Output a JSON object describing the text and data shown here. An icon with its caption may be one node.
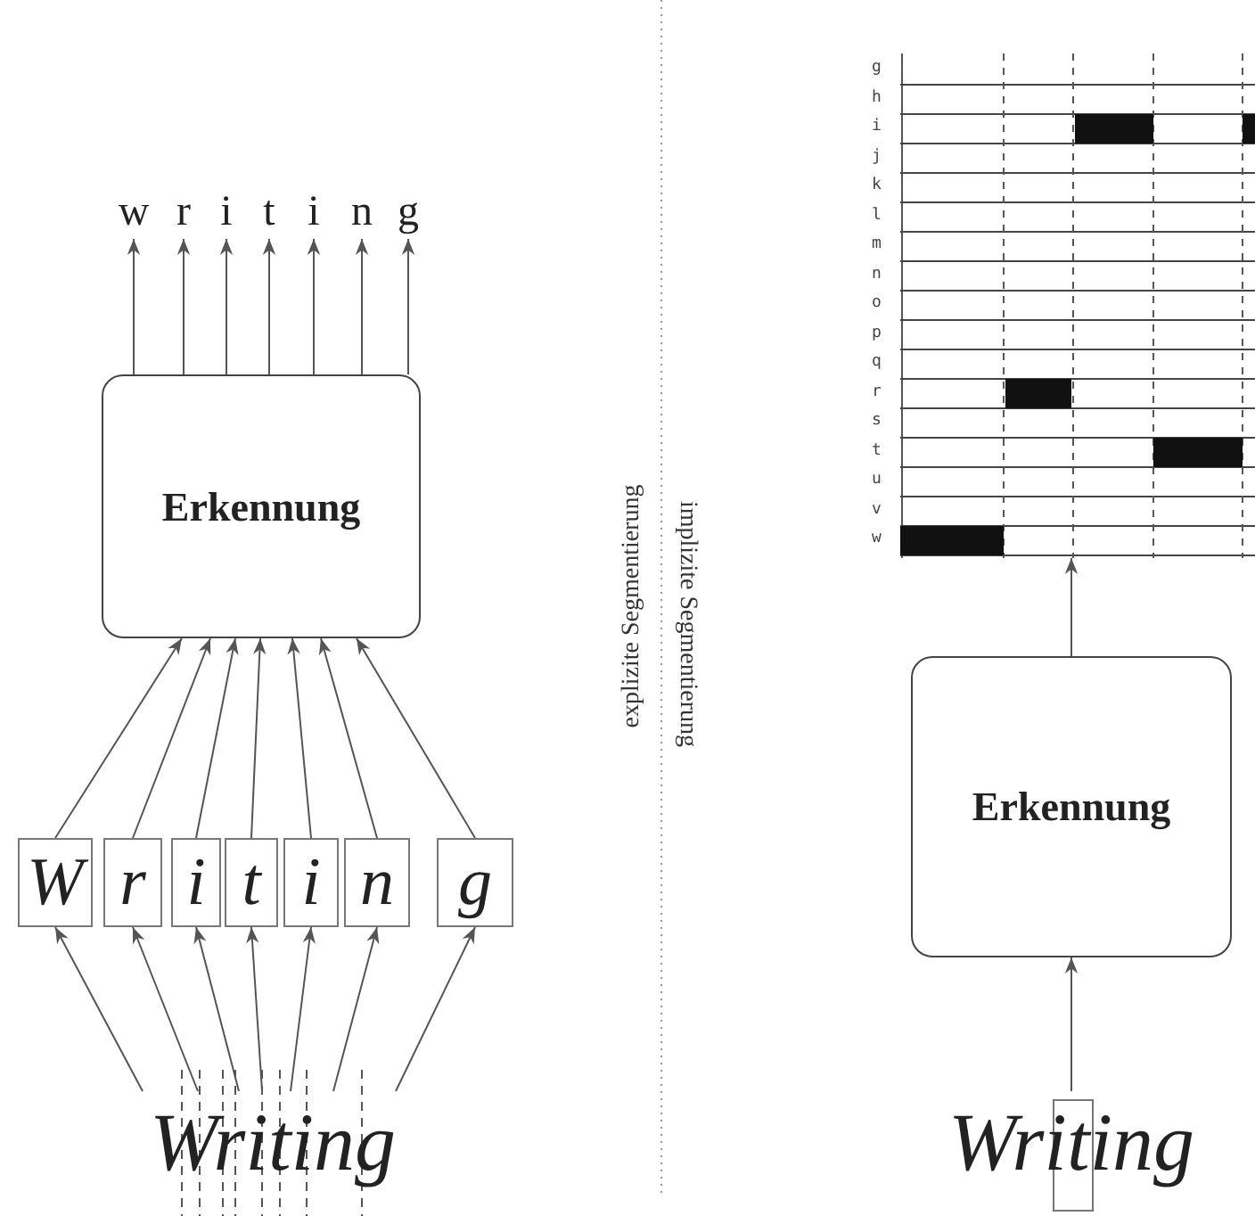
{
  "diagram": {
    "nodes": [
      {
        "text": [
          "w"
        ]
      },
      {
        "text": [
          "r"
        ]
      },
      {
        "text": [
          "i"
        ]
      },
      {
        "text": [
          "t"
        ]
      },
      {
        "text": [
          "i"
        ]
      },
      {
        "text": [
          "n"
        ]
      },
      {
        "text": [
          "g"
        ]
      },
      {
        "text": [
          "Erkennung"
        ]
      },
      {
        "text": [
          "W"
        ]
      },
      {
        "text": [
          "r"
        ]
      },
      {
        "text": [
          "i"
        ]
      },
      {
        "text": [
          "t"
        ]
      },
      {
        "text": [
          "i"
        ]
      },
      {
        "text": [
          "n"
        ]
      },
      {
        "text": [
          "g"
        ]
      },
      {
        "text": [
          "Writing"
        ]
      },
      {
        "text": [],
        "shape": "box"
      },
      {
        "text": [
          "Erkennung"
        ]
      },
      {
        "text": [
          "Writing"
        ]
      }
    ],
    "edges": [
      {
        "from": 7,
        "to": 0,
        "arrow": "to"
      },
      {
        "from": 7,
        "to": 1,
        "arrow": "to"
      },
      {
        "from": 7,
        "to": 2,
        "arrow": "to"
      },
      {
        "from": 7,
        "to": 3,
        "arrow": "to"
      },
      {
        "from": 7,
        "to": 4,
        "arrow": "to"
      },
      {
        "from": 7,
        "to": 5,
        "arrow": "to"
      },
      {
        "from": 7,
        "to": 6,
        "arrow": "to"
      },
      {
        "from": 8,
        "to": 7,
        "arrow": "to"
      },
      {
        "from": 9,
        "to": 7,
        "arrow": "to"
      },
      {
        "from": 10,
        "to": 7,
        "arrow": "to"
      },
      {
        "from": 11,
        "to": 7,
        "arrow": "to"
      },
      {
        "from": 12,
        "to": 7,
        "arrow": "to"
      },
      {
        "from": 13,
        "to": 7,
        "arrow": "to"
      },
      {
        "from": 14,
        "to": 7,
        "arrow": "to"
      },
      {
        "from": 15,
        "to": 8,
        "arrow": "to"
      },
      {
        "from": 15,
        "to": 9,
        "arrow": "to"
      },
      {
        "from": 15,
        "to": 10,
        "arrow": "to"
      },
      {
        "from": 15,
        "to": 11,
        "arrow": "to"
      },
      {
        "from": 15,
        "to": 12,
        "arrow": "to"
      },
      {
        "from": 15,
        "to": 13,
        "arrow": "to"
      },
      {
        "from": 15,
        "to": 14,
        "arrow": "to"
      },
      {
        "from": 17,
        "to": 16,
        "arrow": "to"
      },
      {
        "from": 18,
        "to": 17,
        "arrow": "to"
      }
    ],
    "labels": [
      "explizite Segmentierung",
      "implizite Segmentierung",
      "g",
      "h",
      "i",
      "j",
      "k",
      "l",
      "m",
      "n",
      "o",
      "p",
      "q",
      "r",
      "s",
      "t",
      "u",
      "v",
      "w"
    ]
  }
}
